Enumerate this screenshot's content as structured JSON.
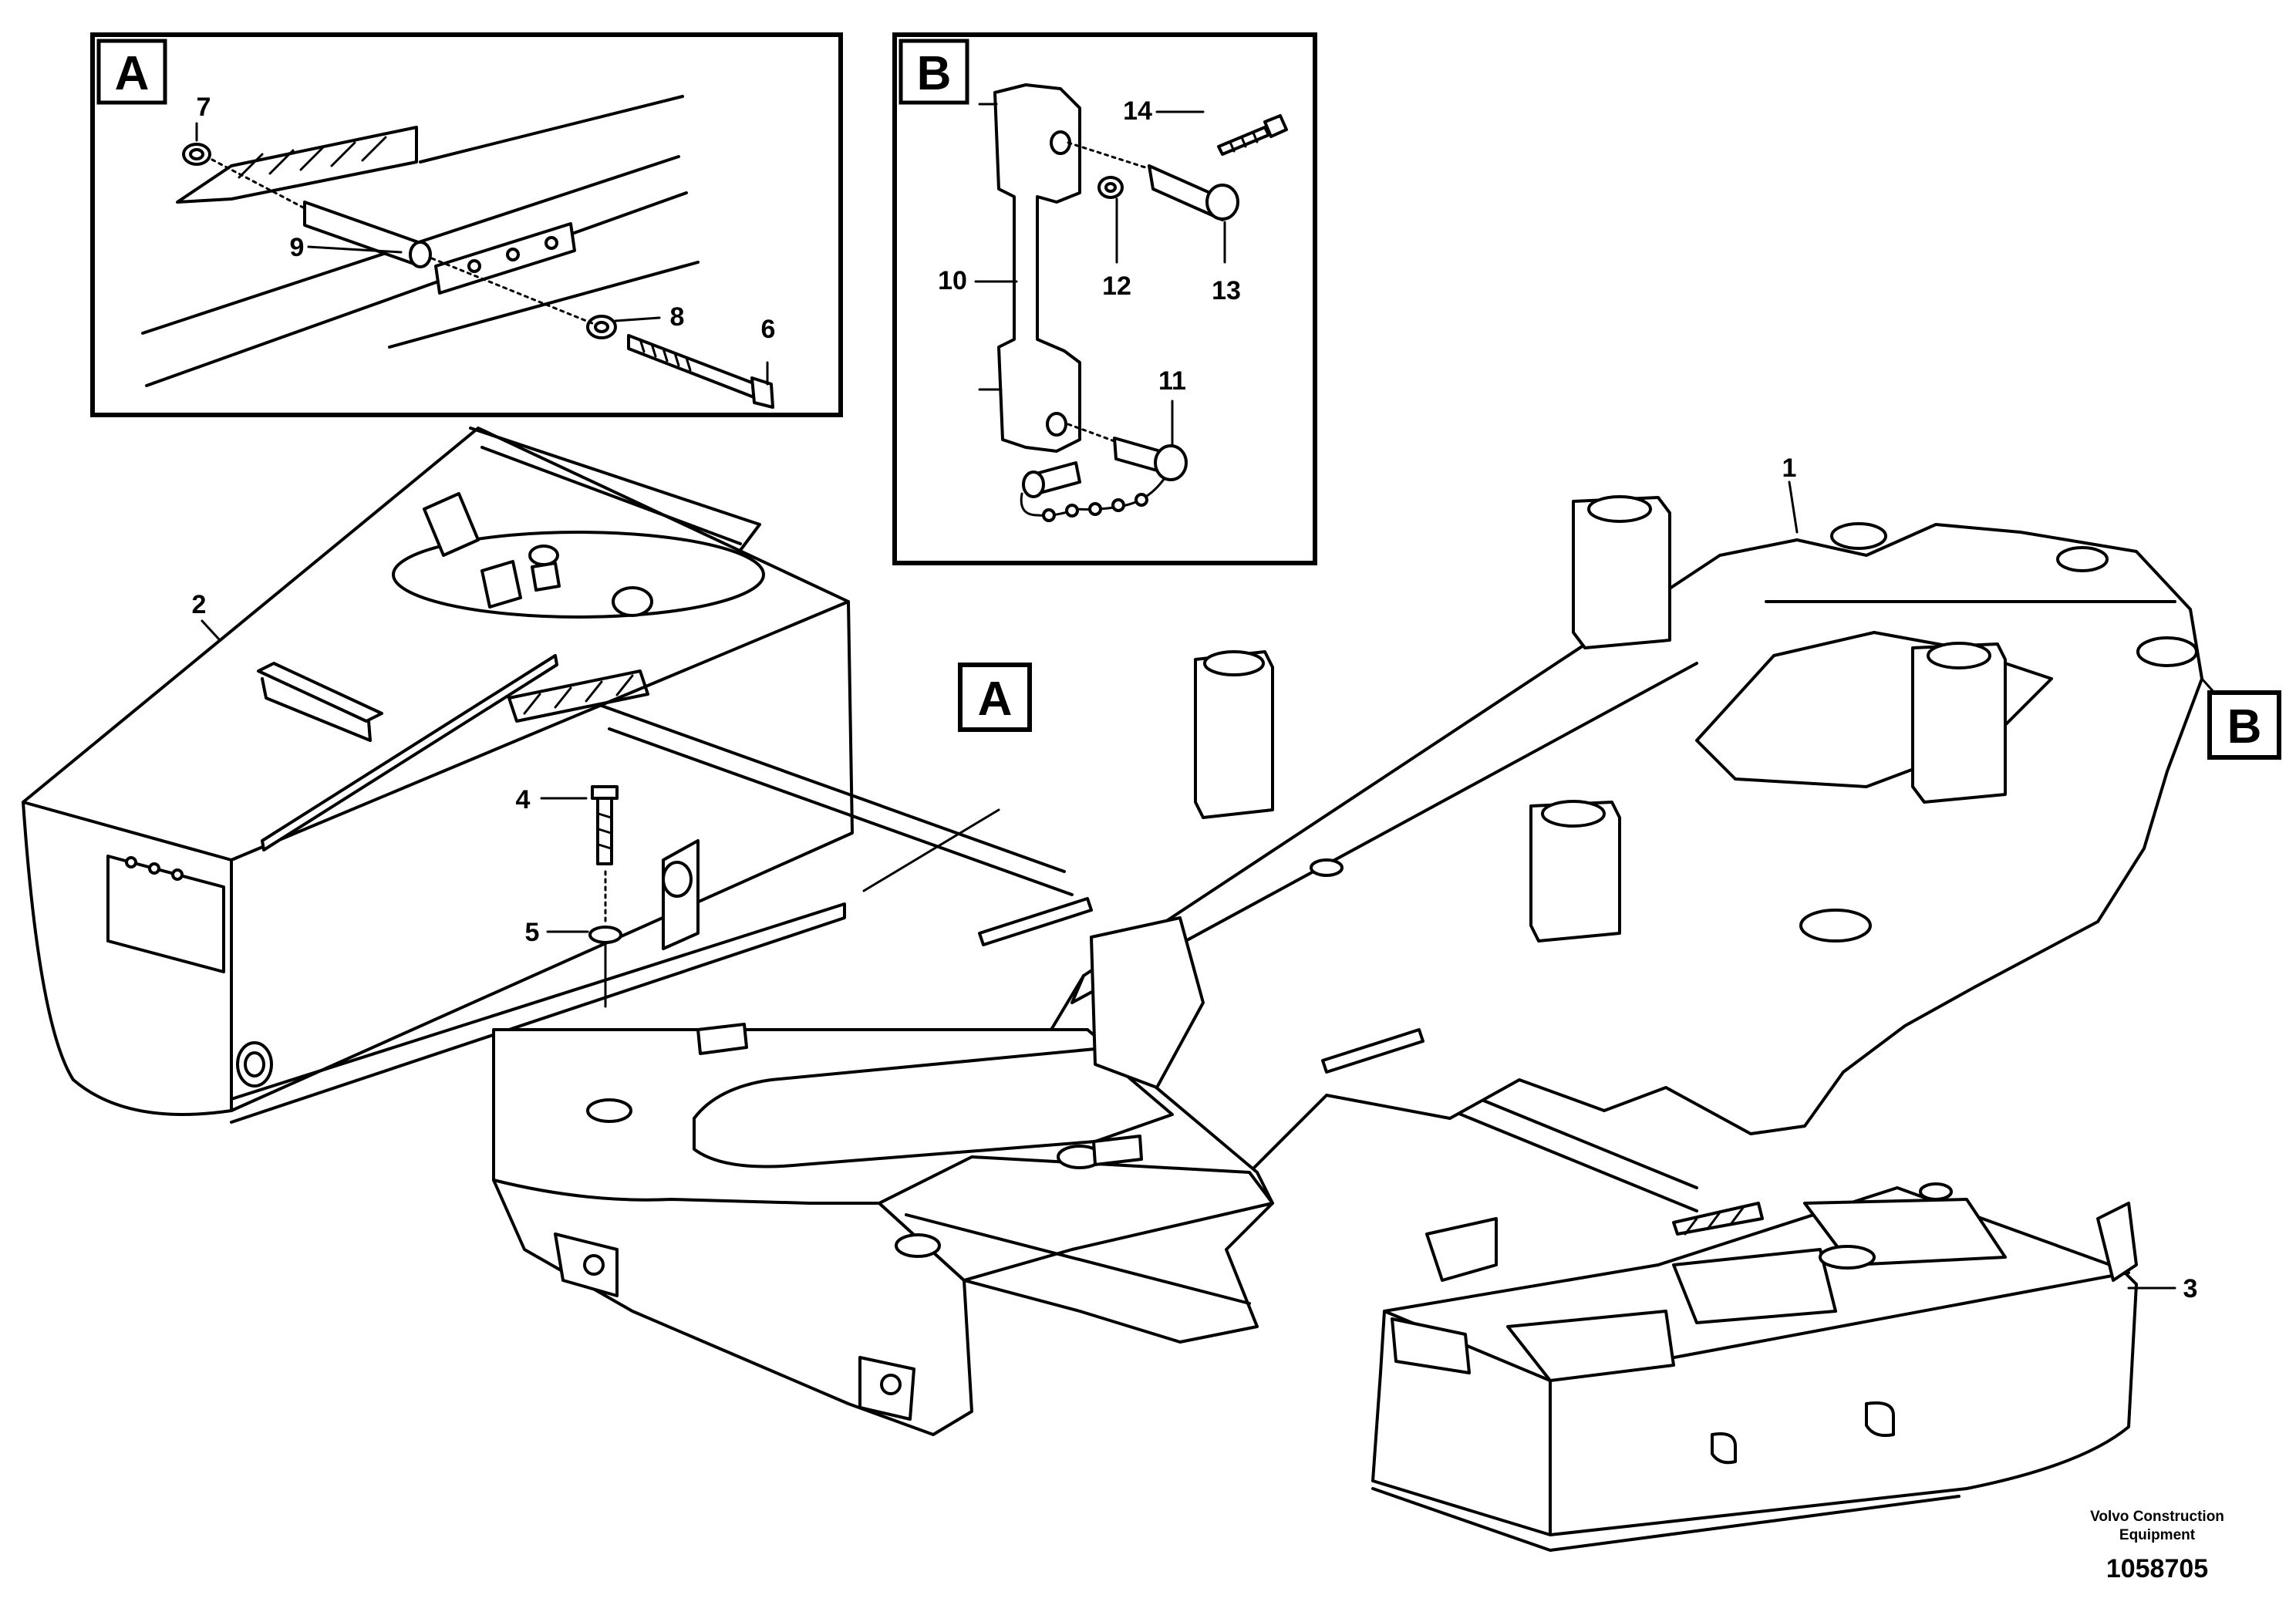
{
  "callouts": {
    "c1": "1",
    "c2": "2",
    "c3": "3",
    "c4": "4",
    "c5": "5",
    "c6": "6",
    "c7": "7",
    "c8": "8",
    "c9": "9",
    "c10": "10",
    "c11": "11",
    "c12": "12",
    "c13": "13",
    "c14": "14"
  },
  "details": {
    "a_tag": "A",
    "b_tag": "B",
    "a_ref": "A",
    "b_ref": "B"
  },
  "footer": {
    "company_line1": "Volvo Construction",
    "company_line2": "Equipment",
    "drawing_number": "1058705"
  }
}
